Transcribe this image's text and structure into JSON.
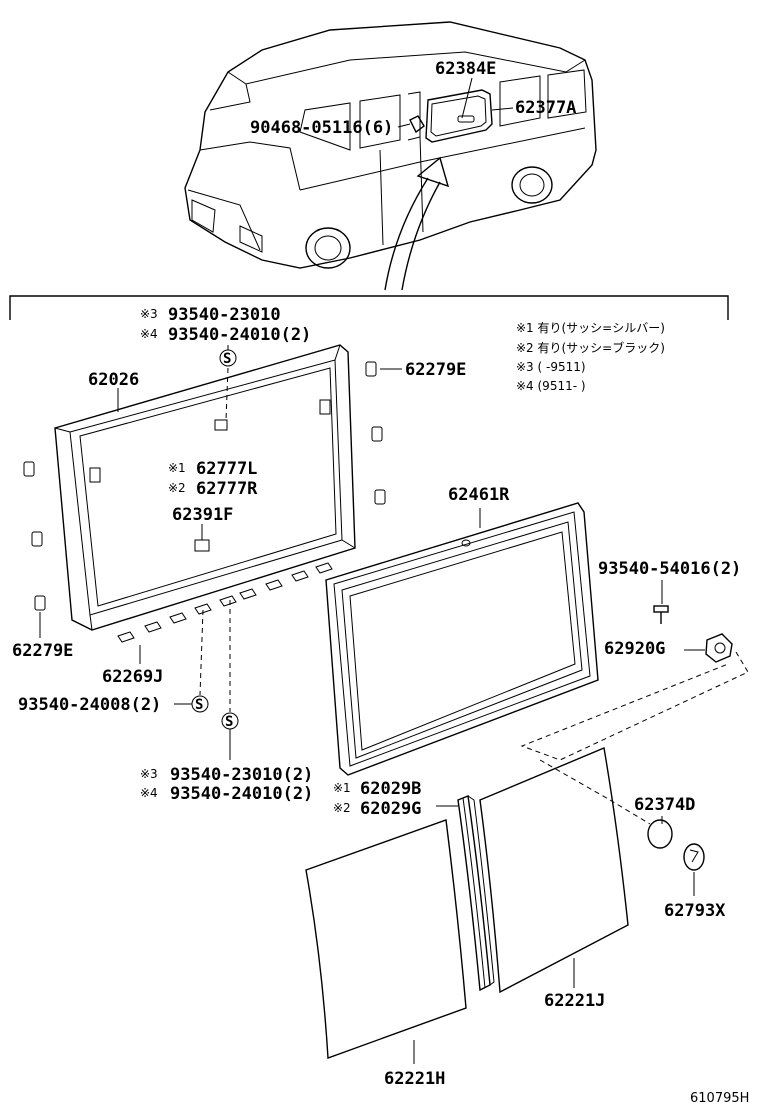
{
  "diagram": {
    "part_numbers": {
      "p62384E": "62384E",
      "p62377A": "62377A",
      "p90468": "90468-05116(6)",
      "p62026": "62026",
      "p62279E_top": "62279E",
      "p62279E_left": "62279E",
      "p62777L": "62777L",
      "p62777R": "62777R",
      "p62391F": "62391F",
      "p62461R": "62461R",
      "p62269J": "62269J",
      "p93540_24008": "93540-24008(2)",
      "p93540_54016": "93540-54016(2)",
      "p62920G": "62920G",
      "p62029B": "62029B",
      "p62029G": "62029G",
      "p62374D": "62374D",
      "p62793X": "62793X",
      "p62221J": "62221J",
      "p62221H": "62221H",
      "top_93540_23010": "93540-23010",
      "top_93540_24010": "93540-24010(2)",
      "bot_93540_23010": "93540-23010(2)",
      "bot_93540_24010": "93540-24010(2)"
    },
    "marks": {
      "m1": "※1",
      "m2": "※2",
      "m3": "※3",
      "m4": "※4"
    },
    "screw_symbol": "S",
    "legend": {
      "l1": "※1 有り(サッシ=シルバー)",
      "l2": "※2 有り(サッシ=ブラック)",
      "l3": "※3 (      -9511)",
      "l4": "※4 (9511-      )"
    },
    "catalog_number": "610795H"
  }
}
